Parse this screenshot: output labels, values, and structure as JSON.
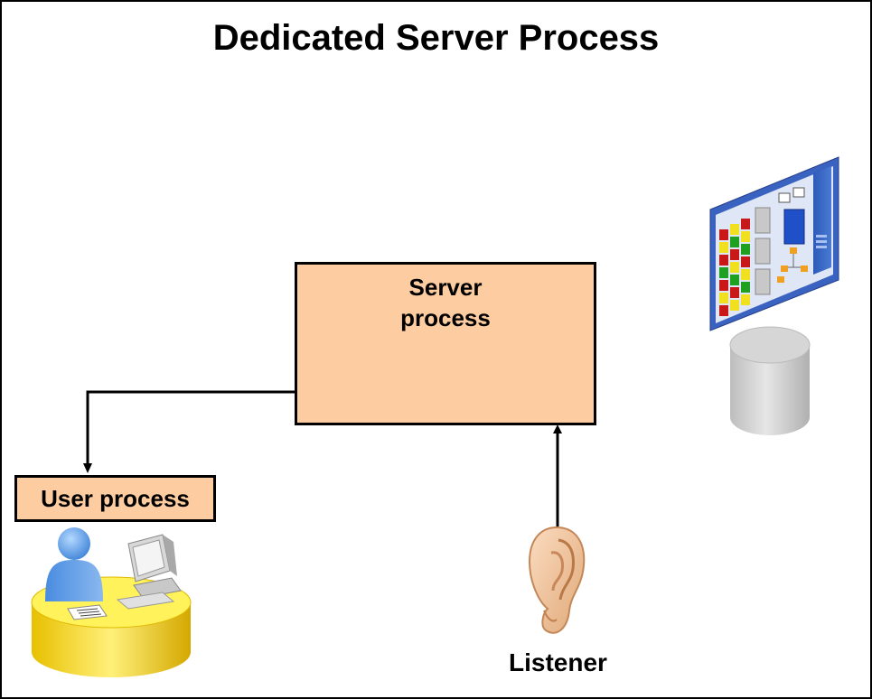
{
  "title": "Dedicated Server Process",
  "server_process": {
    "label_line1": "Server",
    "label_line2": "process"
  },
  "user_process": {
    "label": "User process"
  },
  "listener": {
    "label": "Listener"
  },
  "icons": {
    "user_workstation": "user-workstation-icon",
    "listener": "ear-icon",
    "instance": "database-instance-icon",
    "database": "database-cylinder-icon"
  },
  "colors": {
    "box_fill": "#fdcca0",
    "connector": "#000000"
  }
}
